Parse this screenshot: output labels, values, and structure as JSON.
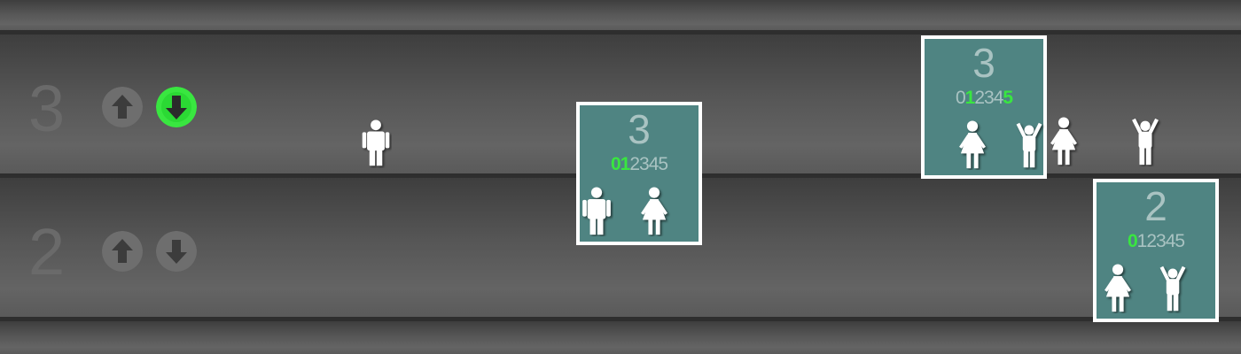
{
  "floors": [
    {
      "id": "floor-3",
      "label": "3",
      "up_active": false,
      "down_active": true
    },
    {
      "id": "floor-2",
      "label": "2",
      "up_active": false,
      "down_active": false
    }
  ],
  "colors": {
    "active_call": "#39e640",
    "inactive_call": "#6e6e6e",
    "car_bg": "#4f8482",
    "car_border": "#ffffff",
    "lit_digit": "#39e640",
    "dim_digit": "#a9c3c2"
  },
  "elevators": [
    {
      "id": "elevator-1",
      "floor_label": "3",
      "digits": [
        "0",
        "1",
        "2",
        "3",
        "4",
        "5"
      ],
      "lit_digits": [
        "0",
        "1"
      ]
    },
    {
      "id": "elevator-2",
      "floor_label": "3",
      "digits": [
        "0",
        "1",
        "2",
        "3",
        "4",
        "5"
      ],
      "lit_digits": [
        "1",
        "5"
      ]
    },
    {
      "id": "elevator-3",
      "floor_label": "2",
      "digits": [
        "0",
        "1",
        "2",
        "3",
        "4",
        "5"
      ],
      "lit_digits": [
        "0"
      ]
    }
  ],
  "icons": {
    "up": "arrow-up-circle",
    "down": "arrow-down-circle",
    "man": "man-figure",
    "woman": "woman-figure",
    "child": "child-figure"
  }
}
